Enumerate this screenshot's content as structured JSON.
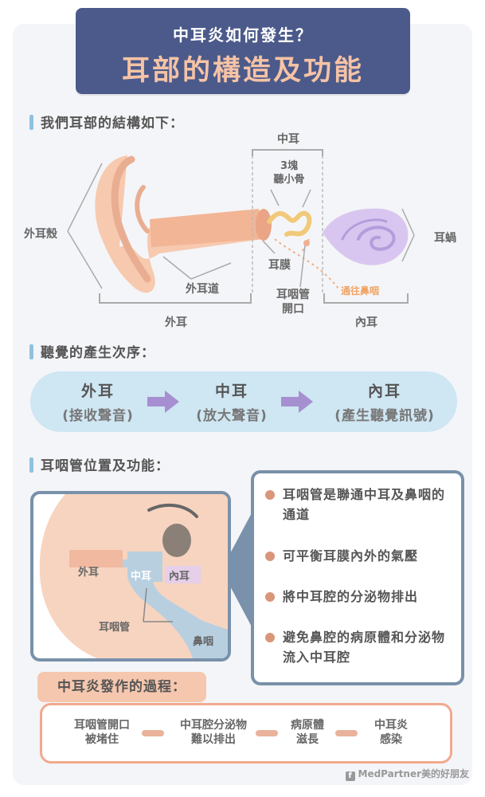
{
  "header": {
    "subtitle": "中耳炎如何發生？",
    "title": "耳部的構造及功能"
  },
  "section1": {
    "heading": "我們耳部的結構如下：",
    "labels": {
      "middle_ear_top": "中耳",
      "ossicles": "3塊\n聽小骨",
      "pinna": "外耳殼",
      "cochlea": "耳蝸",
      "eardrum": "耳膜",
      "ear_canal": "外耳道",
      "tube_opening": "耳咽管\n開口",
      "to_nasopharynx": "通往鼻咽",
      "outer_ear": "外耳",
      "inner_ear": "內耳"
    }
  },
  "section2": {
    "heading": "聽覺的產生次序：",
    "steps": [
      {
        "name": "外耳",
        "desc": "(接收聲音)"
      },
      {
        "name": "中耳",
        "desc": "(放大聲音)"
      },
      {
        "name": "內耳",
        "desc": "(產生聽覺訊號)"
      }
    ]
  },
  "section3": {
    "heading": "耳咽管位置及功能：",
    "diagram_labels": {
      "outer": "外耳",
      "middle": "中耳",
      "inner": "內耳",
      "tube": "耳咽管",
      "nasopharynx": "鼻咽"
    },
    "functions": [
      "耳咽管是聯通中耳及鼻咽的通道",
      "可平衡耳膜內外的氣壓",
      "將中耳腔的分泌物排出",
      "避免鼻腔的病原體和分泌物流入中耳腔"
    ]
  },
  "process": {
    "heading": "中耳炎發作的過程：",
    "steps": [
      "耳咽管開口\n被堵住",
      "中耳腔分泌物\n難以排出",
      "病原體\n滋長",
      "中耳炎\n感染"
    ]
  },
  "footer": {
    "brand": "MedPartner美的好朋友"
  },
  "colors": {
    "title_bg": "#4b5a8a",
    "title_accent": "#f6c3a6",
    "section_bar": "#8fc1e0",
    "sequence_bg": "#cfe6f3",
    "arrow": "#a68fd0",
    "box_border": "#7991aa",
    "bullet": "#d9967a",
    "process_border": "#f1a98e"
  }
}
